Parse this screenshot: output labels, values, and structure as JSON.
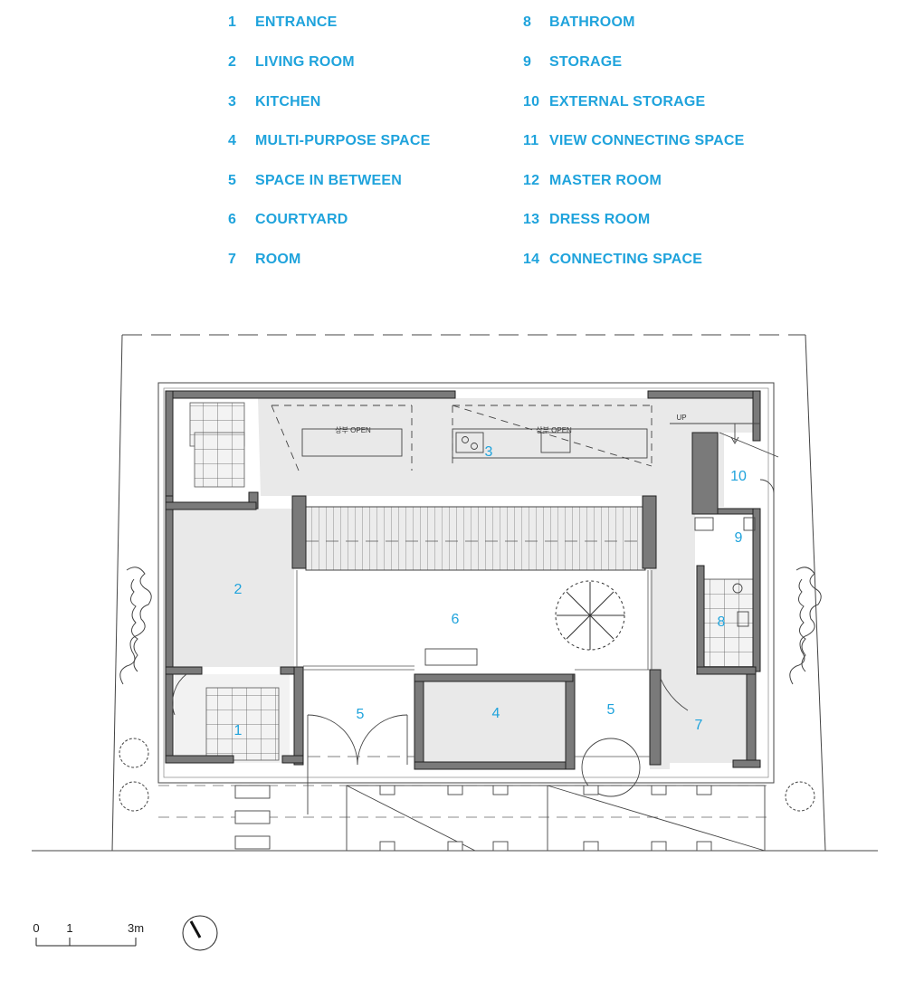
{
  "legend": [
    {
      "num": "1",
      "label": "ENTRANCE"
    },
    {
      "num": "2",
      "label": "LIVING ROOM"
    },
    {
      "num": "3",
      "label": "KITCHEN"
    },
    {
      "num": "4",
      "label": "MULTI-PURPOSE SPACE"
    },
    {
      "num": "5",
      "label": "SPACE IN BETWEEN"
    },
    {
      "num": "6",
      "label": "COURTYARD"
    },
    {
      "num": "7",
      "label": "ROOM"
    },
    {
      "num": "8",
      "label": "BATHROOM"
    },
    {
      "num": "9",
      "label": "STORAGE"
    },
    {
      "num": "10",
      "label": "EXTERNAL STORAGE"
    },
    {
      "num": "11",
      "label": "VIEW CONNECTING SPACE"
    },
    {
      "num": "12",
      "label": "MASTER ROOM"
    },
    {
      "num": "13",
      "label": "DRESS ROOM"
    },
    {
      "num": "14",
      "label": "CONNECTING SPACE"
    }
  ],
  "plan": {
    "rooms": {
      "r1": "1",
      "r2": "2",
      "r3": "3",
      "r4": "4",
      "r5a": "5",
      "r5b": "5",
      "r6": "6",
      "r7": "7",
      "r8": "8",
      "r9": "9",
      "r10": "10"
    },
    "notes": {
      "open_left": "상부 OPEN",
      "open_right": "상부 OPEN",
      "up": "UP"
    }
  },
  "scale": {
    "t0": "0",
    "t1": "1",
    "t3": "3m"
  },
  "colors": {
    "accent": "#1fa3dc",
    "wall": "#555555",
    "floor": "#e9e9e9"
  }
}
